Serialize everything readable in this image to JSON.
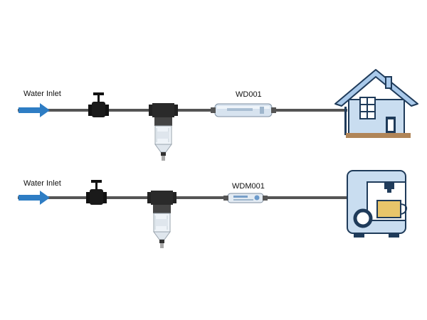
{
  "rows": [
    {
      "inlet_label": "Water Inlet",
      "device_label": "WD001",
      "destination": "house"
    },
    {
      "inlet_label": "Water Inlet",
      "device_label": "WDM001",
      "destination": "coffee-machine"
    }
  ],
  "icons": [
    "arrow-icon",
    "valve-icon",
    "prefilter-icon",
    "inline-filter-icon",
    "house-icon",
    "coffee-machine-icon"
  ],
  "colors": {
    "pipe": "#555555",
    "arrow": "#2e7dc4",
    "house_wall": "#c9ddf0",
    "house_roof": "#a9c9ea",
    "outline": "#1f3b5a",
    "house_base": "#b08558",
    "coffee_body": "#c9ddf0",
    "coffee_cup": "#e8c56a"
  }
}
